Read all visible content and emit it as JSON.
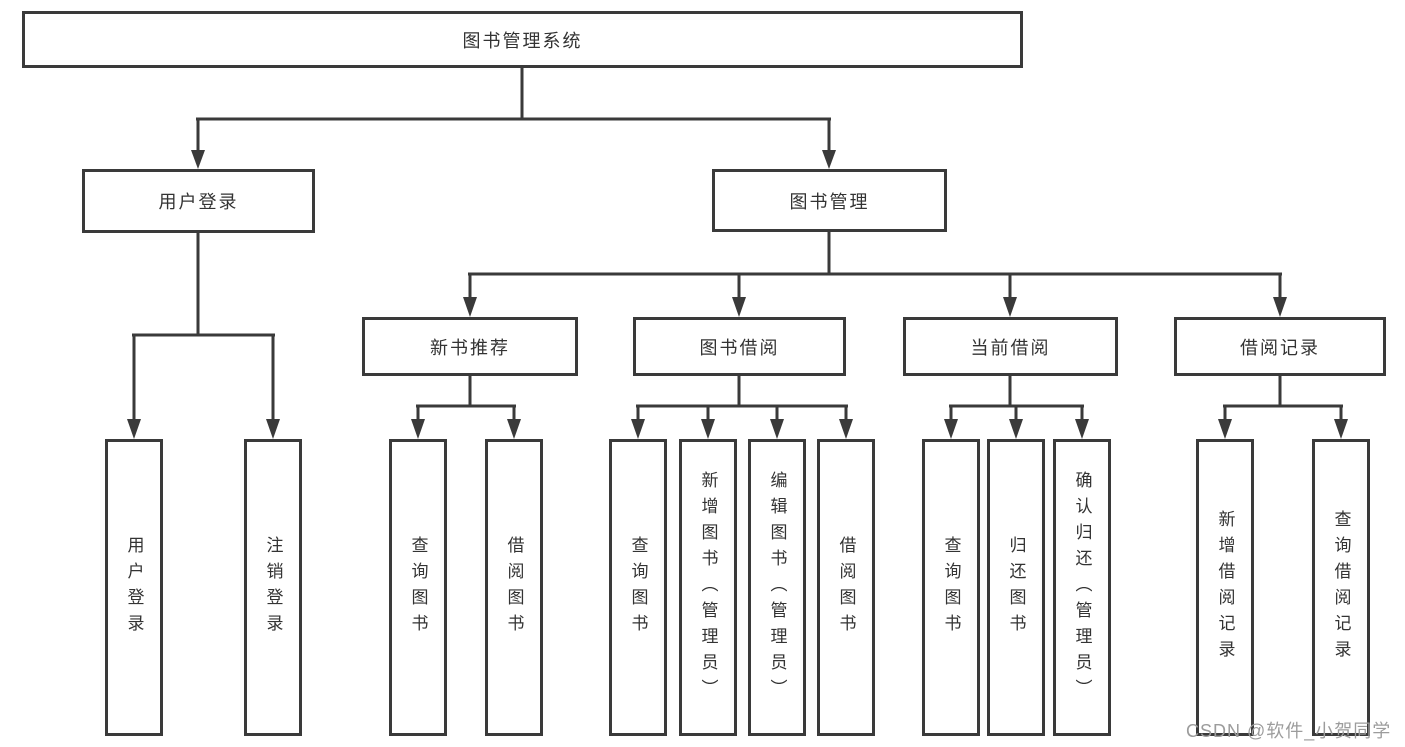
{
  "colors": {
    "line": "#3a3a3a",
    "box_border": "#3a3a3a",
    "text": "#333333",
    "watermark": "#9c9c9c",
    "background": "#ffffff"
  },
  "watermark": {
    "text": "CSDN @软件_小贺同学"
  },
  "tree": {
    "root": {
      "label": "图书管理系统"
    },
    "branches": [
      {
        "label": "用户登录",
        "leaves": [
          "用户登录",
          "注销登录"
        ]
      },
      {
        "label": "图书管理",
        "groups": [
          {
            "label": "新书推荐",
            "leaves": [
              "查询图书",
              "借阅图书"
            ]
          },
          {
            "label": "图书借阅",
            "leaves": [
              "查询图书",
              "新增图书（管理员）",
              "编辑图书（管理员）",
              "借阅图书"
            ]
          },
          {
            "label": "当前借阅",
            "leaves": [
              "查询图书",
              "归还图书",
              "确认归还（管理员）"
            ]
          },
          {
            "label": "借阅记录",
            "leaves": [
              "新增借阅记录",
              "查询借阅记录"
            ]
          }
        ]
      }
    ]
  }
}
